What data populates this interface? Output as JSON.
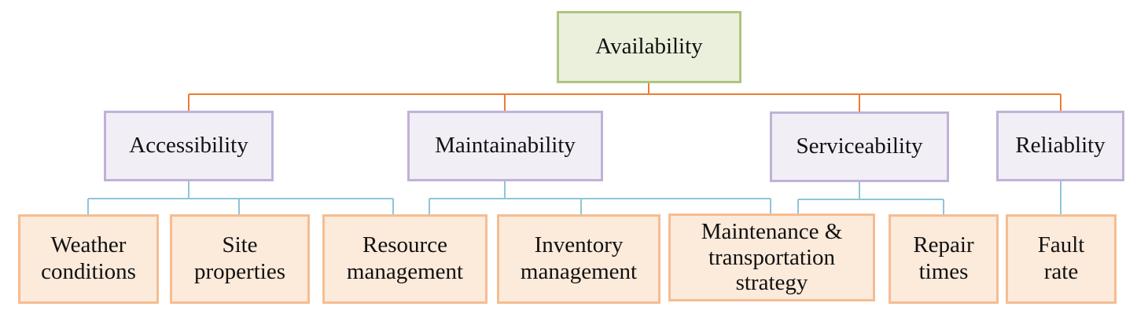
{
  "diagram": {
    "root": {
      "label": "Availability"
    },
    "level2": [
      {
        "label": "Accessibility"
      },
      {
        "label": "Maintainability"
      },
      {
        "label": "Serviceability"
      },
      {
        "label": "Reliablity"
      }
    ],
    "level3": [
      {
        "label": "Weather conditions"
      },
      {
        "label": "Site properties"
      },
      {
        "label": "Resource management"
      },
      {
        "label": "Inventory management"
      },
      {
        "label": "Maintenance & transportation strategy"
      },
      {
        "label": "Repair times"
      },
      {
        "label": "Fault rate"
      }
    ],
    "edges": [
      {
        "from": "Availability",
        "to": "Accessibility"
      },
      {
        "from": "Availability",
        "to": "Maintainability"
      },
      {
        "from": "Availability",
        "to": "Serviceability"
      },
      {
        "from": "Availability",
        "to": "Reliablity"
      },
      {
        "from": "Accessibility",
        "to": "Weather conditions"
      },
      {
        "from": "Accessibility",
        "to": "Site properties"
      },
      {
        "from": "Accessibility",
        "to": "Resource management"
      },
      {
        "from": "Maintainability",
        "to": "Resource management"
      },
      {
        "from": "Maintainability",
        "to": "Inventory management"
      },
      {
        "from": "Maintainability",
        "to": "Maintenance & transportation strategy"
      },
      {
        "from": "Serviceability",
        "to": "Maintenance & transportation strategy"
      },
      {
        "from": "Serviceability",
        "to": "Repair times"
      },
      {
        "from": "Reliablity",
        "to": "Fault rate"
      }
    ],
    "colors": {
      "root_fill": "#EBF0DC",
      "root_border": "#AEC581",
      "level2_fill": "#F1EEF6",
      "level2_border": "#C0B1D8",
      "level3_fill": "#FCEADB",
      "level3_border": "#F5BD92",
      "connector_level1": "#ED7D31",
      "connector_level2": "#8FC6D7",
      "text": "#111111"
    }
  }
}
